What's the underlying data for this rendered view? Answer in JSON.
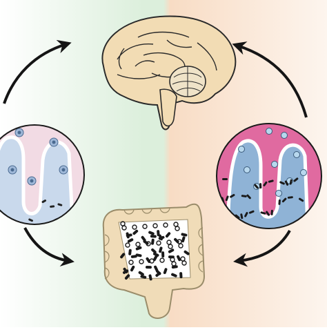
{
  "figure": {
    "background": {
      "left": "#ffffff",
      "center_left": "#dcefdc",
      "center_right": "#f8dcc4",
      "right": "#fdf5ee"
    },
    "brain": {
      "icon": "brain-sagittal-icon",
      "fill": "#f2dcb4",
      "stroke": "#2a2a2a",
      "cerebellum_fill": "#efe3c8"
    },
    "intestine": {
      "icon": "colon-icon",
      "fill": "#f0dcb8",
      "stroke": "#9a8c6a",
      "bacteria_fill": "#1a1a1a"
    },
    "healthy_gut_panel": {
      "icon": "healthy-intestinal-villi-icon",
      "top_color": "#f2dbe4",
      "bottom_color": "#c9d9ec",
      "cell_color": "#9fb8d8"
    },
    "dysbiosis_gut_panel": {
      "icon": "dysbiotic-intestinal-villi-icon",
      "top_color": "#e06aa0",
      "bottom_color": "#8fb3d6",
      "cell_color": "#b8d8ee"
    },
    "arrows": [
      {
        "name": "left-upper-arrow",
        "icon": "curved-arrow-up-icon"
      },
      {
        "name": "left-lower-arrow",
        "icon": "curved-arrow-down-icon"
      },
      {
        "name": "right-upper-arrow",
        "icon": "curved-arrow-up-icon"
      },
      {
        "name": "right-lower-arrow",
        "icon": "curved-arrow-down-icon"
      }
    ],
    "arrow_color": "#151515"
  }
}
